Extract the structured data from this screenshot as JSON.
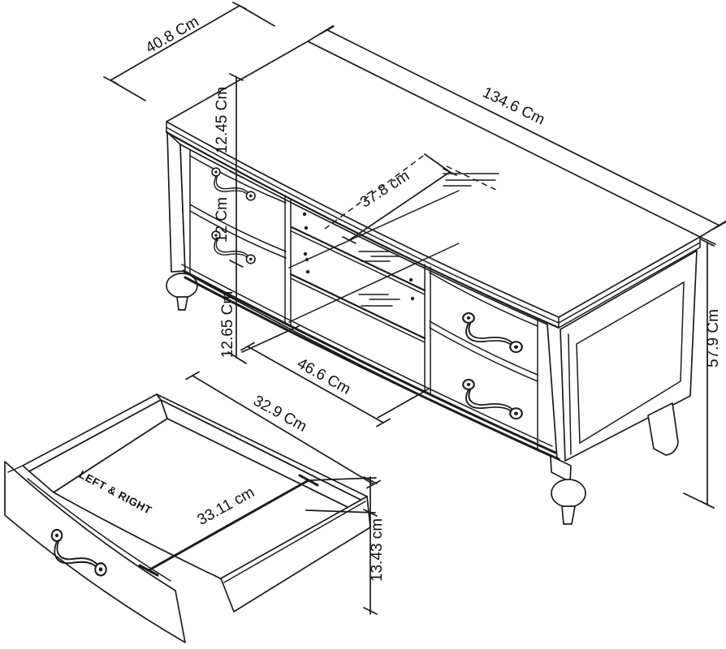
{
  "dimensions": {
    "top_depth": "40.8 Cm",
    "overall_width": "134.6 Cm",
    "overall_height": "57.9 Cm",
    "top_drawer_height": "12.45 Cm",
    "middle_drawer_height": "12 Cm",
    "bottom_drawer_height": "12.65 Cm",
    "shelf_depth": "37.8 cm",
    "middle_opening_width": "46.6 Cm",
    "drawer_front_width": "32.9 Cm",
    "drawer_internal_width": "33.11 cm",
    "drawer_height": "13.43 cm"
  },
  "annotations": {
    "drawer_fit_note": "LEFT & RIGHT"
  },
  "colors": {
    "line": "#1c1c1c",
    "background": "#ffffff"
  }
}
